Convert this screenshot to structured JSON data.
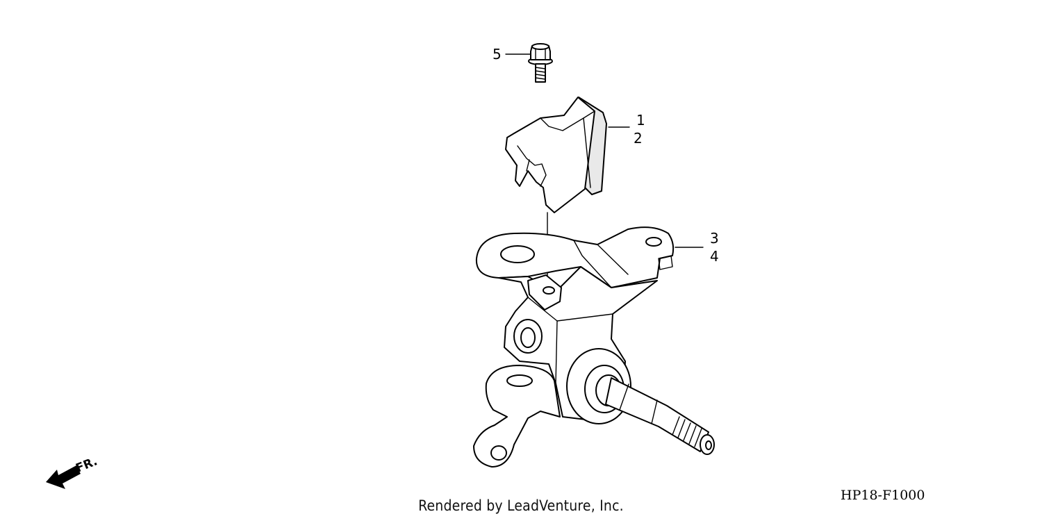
{
  "diagram": {
    "callouts": {
      "bolt": "5",
      "cover_a": "1",
      "cover_b": "2",
      "knuckle_a": "3",
      "knuckle_b": "4"
    },
    "direction_label": "FR.",
    "figure_code": "HP18-F1000",
    "credit": "Rendered by LeadVenture, Inc."
  }
}
